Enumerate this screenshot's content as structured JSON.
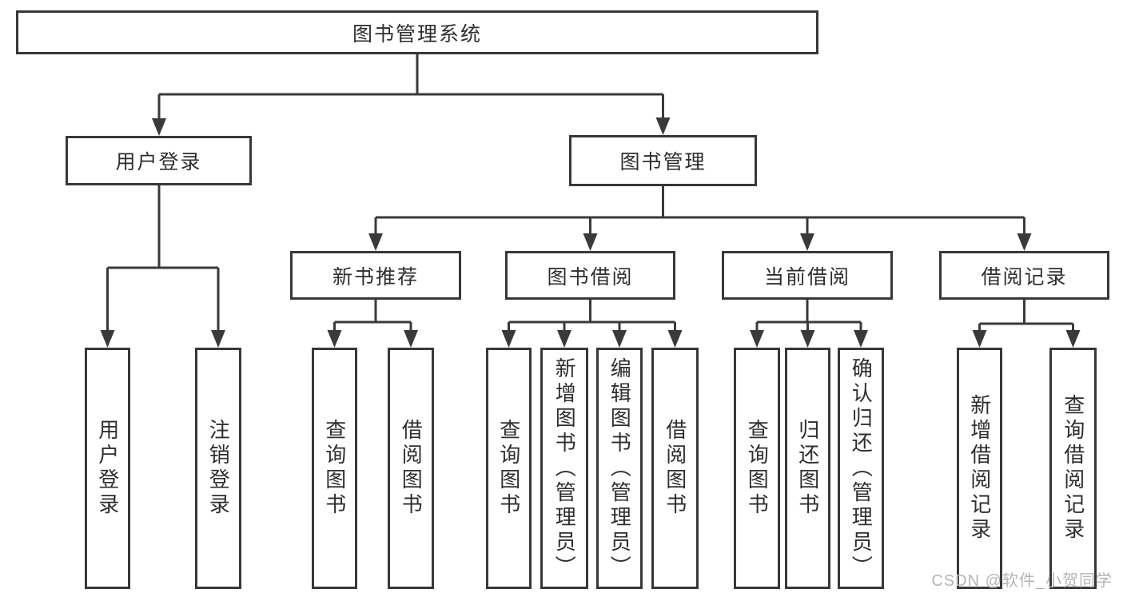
{
  "diagram": {
    "type": "hierarchy-functional-structure",
    "colors": {
      "line": "#3a3a3a",
      "box_border": "#383838",
      "text": "#2e2e2e",
      "watermark": "#b4b4b4",
      "background": "#ffffff"
    }
  },
  "tree": {
    "label": "图书管理系统",
    "children": [
      {
        "label": "用户登录",
        "children": [
          {
            "label": "用户登录"
          },
          {
            "label": "注销登录"
          }
        ]
      },
      {
        "label": "图书管理",
        "children": [
          {
            "label": "新书推荐",
            "children": [
              {
                "label": "查询图书"
              },
              {
                "label": "借阅图书"
              }
            ]
          },
          {
            "label": "图书借阅",
            "children": [
              {
                "label": "查询图书"
              },
              {
                "label": "新增图书（管理员）"
              },
              {
                "label": "编辑图书（管理员）"
              },
              {
                "label": "借阅图书"
              }
            ]
          },
          {
            "label": "当前借阅",
            "children": [
              {
                "label": "查询图书"
              },
              {
                "label": "归还图书"
              },
              {
                "label": "确认归还（管理员）"
              }
            ]
          },
          {
            "label": "借阅记录",
            "children": [
              {
                "label": "新增借阅记录"
              },
              {
                "label": "查询借阅记录"
              }
            ]
          }
        ]
      }
    ]
  },
  "watermark": {
    "text": "CSDN @软件_小贺同学"
  }
}
